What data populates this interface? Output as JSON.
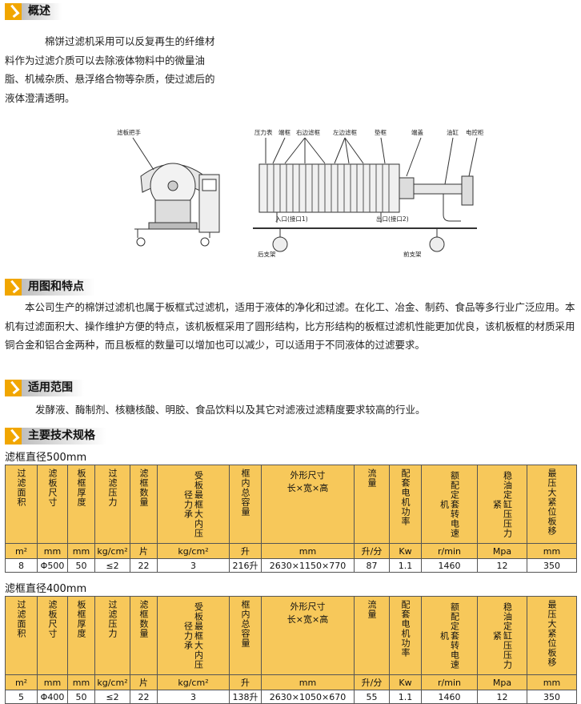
{
  "sections": {
    "overview": {
      "title": "概述",
      "text": "　　　　棉饼过滤机采用可以反复再生的纤维材料作为过滤介质可以去除液体物料中的微量油脂、机械杂质、悬浮络合物等杂质，使过滤后的液体澄清透明。"
    },
    "features": {
      "title": "用图和特点",
      "text": "　　本公司生产的棉饼过滤机也属于板框式过滤机，适用于液体的净化和过滤。在化工、冶金、制药、食品等多行业广泛应用。本机有过滤面积大、操作维护方便的特点，该机板框采用了圆形结构，比方形结构的板框过滤机性能更加优良，该机板框的材质采用铜合金和铝合金两种，而且板框的数量可以增加也可以减少，可以适用于不同液体的过滤要求。"
    },
    "scope": {
      "title": "适用范围",
      "text": "发酵液、酶制剂、核糖核酸、明胶、食品饮料以及其它对滤液过滤精度要求较高的行业。"
    },
    "specs": {
      "title": "主要技术规格"
    }
  },
  "diagram_labels": {
    "handle": "滤板把手",
    "gauge": "压力表",
    "end_frame": "端框",
    "right_frame": "右边滤框",
    "left_frame": "左边滤框",
    "gasket_frame": "垫框",
    "end_cover": "端盖",
    "cylinder": "油缸",
    "control_cabinet": "电控柜",
    "inlet": "入口(接口1)",
    "outlet": "出口(接口2)",
    "rear_support": "后支架",
    "front_support": "前支架"
  },
  "tables": [
    {
      "caption": "滤框直径500mm",
      "headers": [
        "过滤面积",
        "滤板尺寸",
        "板框厚度",
        "过滤压力",
        "滤框数量",
        "受板最框大内压径力承",
        "框内总容量",
        "外形尺寸\n长×宽×高",
        "流量",
        "配套电机功率",
        "额配定套转电速机",
        "稳油定缸压压力紧",
        "最压大紧位板移"
      ],
      "units": [
        "m²",
        "mm",
        "mm",
        "kg/cm²",
        "片",
        "kg/cm²",
        "升",
        "mm",
        "升/分",
        "Kw",
        "r/min",
        "Mpa",
        "mm"
      ],
      "values": [
        "8",
        "Φ500",
        "50",
        "≤2",
        "22",
        "3",
        "216升",
        "2630×1150×770",
        "87",
        "1.1",
        "1460",
        "12",
        "350"
      ]
    },
    {
      "caption": "滤框直径400mm",
      "headers": [
        "过滤面积",
        "滤板尺寸",
        "板框厚度",
        "过滤压力",
        "滤框数量",
        "受板最框大内压径力承",
        "框内总容量",
        "外形尺寸\n长×宽×高",
        "流量",
        "配套电机功率",
        "额配定套转电速机",
        "稳油定缸压压力紧",
        "最压大紧位板移"
      ],
      "units": [
        "m²",
        "mm",
        "mm",
        "kg/cm²",
        "片",
        "kg/cm²",
        "升",
        "mm",
        "升/分",
        "Kw",
        "r/min",
        "Mpa",
        "mm"
      ],
      "values": [
        "5",
        "Φ400",
        "50",
        "≤2",
        "22",
        "3",
        "138升",
        "2630×1050×670",
        "55",
        "1.1",
        "1460",
        "12",
        "350"
      ]
    }
  ]
}
